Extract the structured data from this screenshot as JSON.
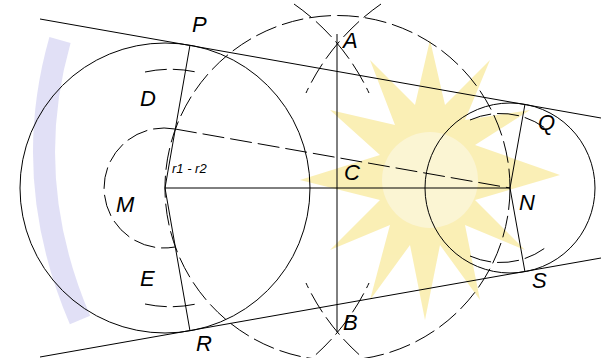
{
  "diagram": {
    "labels": [
      "P",
      "A",
      "D",
      "C",
      "r1 - r2",
      "M",
      "E",
      "R",
      "B",
      "Q",
      "N",
      "S"
    ]
  }
}
